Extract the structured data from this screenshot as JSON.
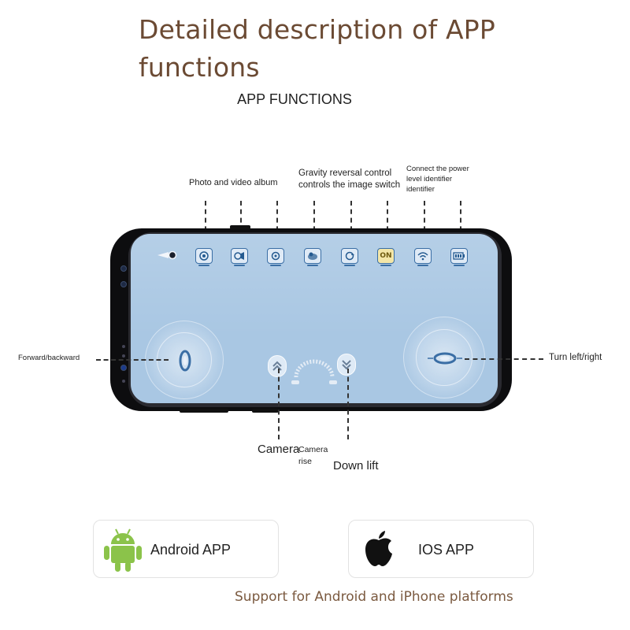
{
  "header": {
    "title_line1": "Detailed description of APP",
    "title_line2": "functions",
    "subtitle": "APP FUNCTIONS"
  },
  "callouts": {
    "photo_album": "Photo and video album",
    "gravity_line1": "Gravity reversal control",
    "gravity_line2": "controls the image switch",
    "connect_line1": "Connect the power",
    "connect_line2": "level identifier",
    "connect_line3": "identifier",
    "forward_backward": "Forward/backward",
    "turn": "Turn left/right",
    "camera": "Camera",
    "camera_rise_line1": "Camera",
    "camera_rise_line2": "rise",
    "down_lift": "Down lift"
  },
  "screen_buttons": {
    "on_label": "ON"
  },
  "platforms": {
    "android": "Android APP",
    "ios": "IOS APP",
    "footer": "Support for Android and iPhone platforms"
  },
  "colors": {
    "title": "#6b4a33",
    "screen": "#a9c7e3",
    "button_stroke": "#3a6ea5",
    "android_green": "#8bc34a",
    "footer": "#7b5a40"
  }
}
